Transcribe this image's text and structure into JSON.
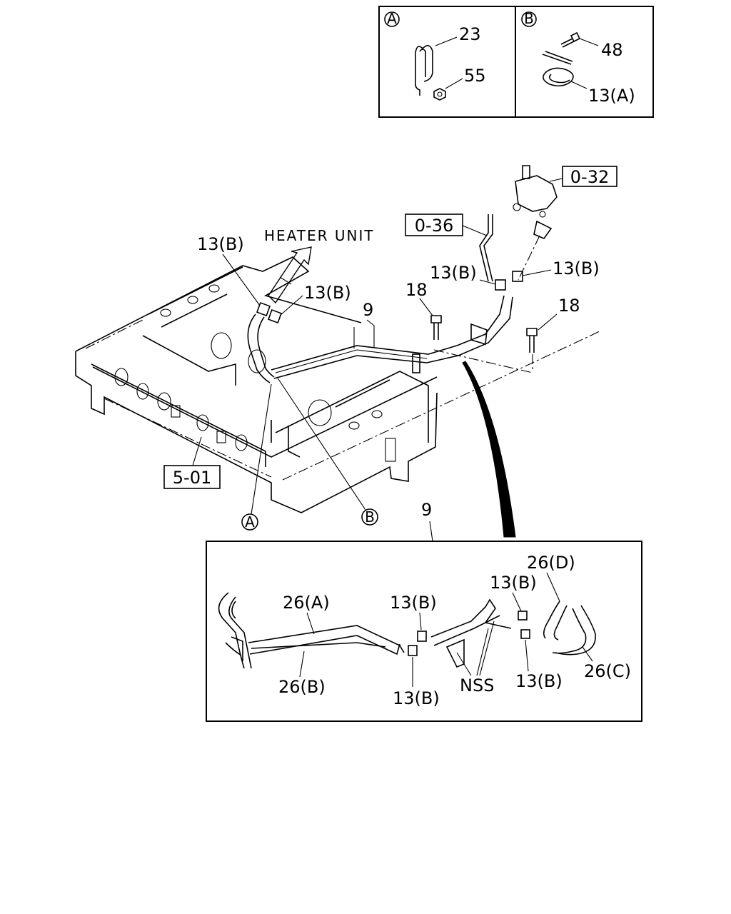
{
  "detail_a": {
    "marker": "A",
    "parts": [
      "23",
      "55"
    ]
  },
  "detail_b": {
    "marker": "B",
    "parts": [
      "48",
      "13(A)"
    ]
  },
  "refs": {
    "r032": "0-32",
    "r036": "0-36",
    "r501": "5-01"
  },
  "heater_unit": "HEATER UNIT",
  "main_labels": {
    "clip_b_1": "13(B)",
    "clip_b_2": "13(B)",
    "clip_b_3": "13(B)",
    "clip_b_4": "13(B)",
    "bolt_1": "18",
    "bolt_2": "18",
    "hose_9": "9",
    "callout_a": "A",
    "callout_b": "B"
  },
  "detail_9": {
    "title": "9",
    "labels": {
      "hose_26a": "26(A)",
      "hose_26b": "26(B)",
      "hose_26c": "26(C)",
      "hose_26d": "26(D)",
      "clip_1": "13(B)",
      "clip_2": "13(B)",
      "clip_3": "13(B)",
      "clip_4": "13(B)",
      "nss": "NSS"
    }
  }
}
